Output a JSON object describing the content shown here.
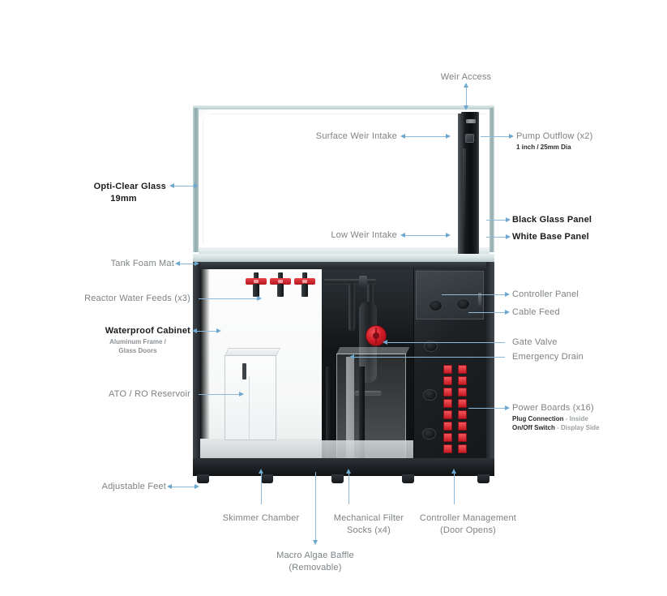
{
  "diagram": {
    "title": "Aquarium System Cutaway Diagram",
    "accent_arrow_color": "#8fb9da",
    "arrow_head_color": "#6fa8cf",
    "label_color": "#7d8285",
    "bold_label_color": "#1b1b1b"
  },
  "labels": {
    "weir_access": "Weir Access",
    "surface_weir_intake": "Surface Weir Intake",
    "low_weir_intake": "Low Weir Intake",
    "pump_outflow": "Pump Outflow (x2)",
    "pump_outflow_sub": "1 inch / 25mm Dia",
    "opti_clear_glass": "Opti-Clear Glass",
    "opti_clear_glass_sub": "19mm",
    "black_glass_panel": "Black Glass Panel",
    "white_base_panel": "White Base Panel",
    "tank_foam_mat": "Tank Foam Mat",
    "reactor_water_feeds": "Reactor Water Feeds (x3)",
    "waterproof_cabinet": "Waterproof Cabinet",
    "waterproof_cabinet_sub1": "Aluminum Frame /",
    "waterproof_cabinet_sub2": "Glass Doors",
    "ato_ro_reservoir": "ATO / RO Reservoir",
    "adjustable_feet": "Adjustable Feet",
    "controller_panel": "Controller Panel",
    "cable_feed": "Cable Feed",
    "gate_valve": "Gate Valve",
    "emergency_drain": "Emergency Drain",
    "power_boards": "Power Boards (x16)",
    "power_boards_sub1_label": "Plug Connection",
    "power_boards_sub1_value": " - Inside",
    "power_boards_sub2_label": "On/Off Switch",
    "power_boards_sub2_value": " - Display Side",
    "skimmer_chamber": "Skimmer Chamber",
    "mechanical_filter_socks": "Mechanical Filter\nSocks (x4)",
    "mechanical_filter_socks_l1": "Mechanical Filter",
    "mechanical_filter_socks_l2": "Socks (x4)",
    "controller_management_l1": "Controller Management",
    "controller_management_l2": "(Door Opens)",
    "macro_algae_baffle_l1": "Macro Algae Baffle",
    "macro_algae_baffle_l2": "(Removable)"
  },
  "components": {
    "power_board_switch_count": 16,
    "power_board_rows": 8,
    "power_board_columns": 2,
    "reactor_feed_valve_count": 3,
    "adjustable_feet_count": 5,
    "cable_hole_count": 5
  },
  "colors": {
    "glass_tint": "#8fa9ac",
    "black_panel": "#0b0d0f",
    "cabinet_body": "#1c1f21",
    "red_valve": "#c71a24",
    "foam_mat": "#d2dedf"
  }
}
